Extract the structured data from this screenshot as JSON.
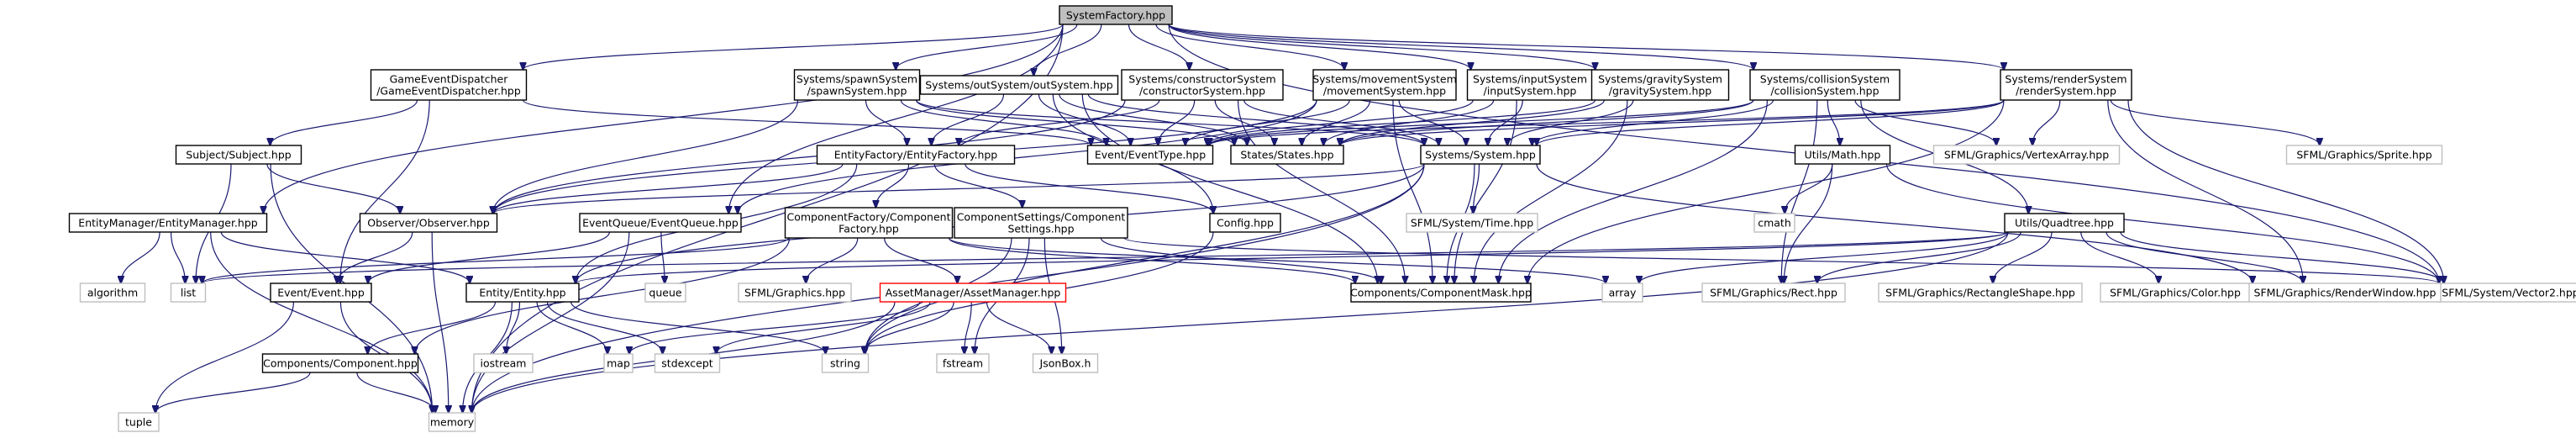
{
  "graph": {
    "title": "SystemFactory.hpp",
    "colors": {
      "edge": "#191970",
      "root_fill": "#bfbfbf",
      "root_stroke": "#000000",
      "local_stroke": "#000000",
      "system_stroke": "#bfbfbf",
      "missing_stroke": "#ff0000",
      "system_text": "#4d4d4d"
    },
    "nodes": [
      {
        "id": "root",
        "kind": "root",
        "lines": [
          "SystemFactory.hpp"
        ]
      },
      {
        "id": "memory",
        "kind": "system",
        "lines": [
          "memory"
        ]
      },
      {
        "id": "entitymanager",
        "kind": "local",
        "lines": [
          "EntityManager/EntityManager.hpp"
        ]
      },
      {
        "id": "gameeventdispatcher",
        "kind": "local",
        "lines": [
          "GameEventDispatcher",
          "/GameEventDispatcher.hpp"
        ]
      },
      {
        "id": "eventqueue",
        "kind": "local",
        "lines": [
          "EventQueue/EventQueue.hpp"
        ]
      },
      {
        "id": "spawnsystem",
        "kind": "local",
        "lines": [
          "Systems/spawnSystem",
          "/spawnSystem.hpp"
        ]
      },
      {
        "id": "outsystem",
        "kind": "local",
        "lines": [
          "Systems/outSystem/outSystem.hpp"
        ]
      },
      {
        "id": "constructorsystem",
        "kind": "local",
        "lines": [
          "Systems/constructorSystem",
          "/constructorSystem.hpp"
        ]
      },
      {
        "id": "movementsystem",
        "kind": "local",
        "lines": [
          "Systems/movementSystem",
          "/movementSystem.hpp"
        ]
      },
      {
        "id": "inputsystem",
        "kind": "local",
        "lines": [
          "Systems/inputSystem",
          "/inputSystem.hpp"
        ]
      },
      {
        "id": "gravitysystem",
        "kind": "local",
        "lines": [
          "Systems/gravitySystem",
          "/gravitySystem.hpp"
        ]
      },
      {
        "id": "collisionsystem",
        "kind": "local",
        "lines": [
          "Systems/collisionSystem",
          "/collisionSystem.hpp"
        ]
      },
      {
        "id": "rendersystem",
        "kind": "local",
        "lines": [
          "Systems/renderSystem",
          "/renderSystem.hpp"
        ]
      },
      {
        "id": "vector2",
        "kind": "system",
        "lines": [
          "SFML/System/Vector2.hpp"
        ]
      },
      {
        "id": "subject",
        "kind": "local",
        "lines": [
          "Subject/Subject.hpp"
        ]
      },
      {
        "id": "entityfactory",
        "kind": "local",
        "lines": [
          "EntityFactory/EntityFactory.hpp"
        ]
      },
      {
        "id": "eventtype",
        "kind": "local",
        "lines": [
          "Event/EventType.hpp"
        ]
      },
      {
        "id": "states",
        "kind": "local",
        "lines": [
          "States/States.hpp"
        ]
      },
      {
        "id": "system",
        "kind": "local",
        "lines": [
          "Systems/System.hpp"
        ]
      },
      {
        "id": "vertexarray",
        "kind": "system",
        "lines": [
          "SFML/Graphics/VertexArray.hpp"
        ]
      },
      {
        "id": "sprite",
        "kind": "system",
        "lines": [
          "SFML/Graphics/Sprite.hpp"
        ]
      },
      {
        "id": "utilsmath",
        "kind": "local",
        "lines": [
          "Utils/Math.hpp"
        ]
      },
      {
        "id": "observer",
        "kind": "local",
        "lines": [
          "Observer/Observer.hpp"
        ]
      },
      {
        "id": "componentfactory",
        "kind": "local",
        "lines": [
          "ComponentFactory/Component",
          "Factory.hpp"
        ]
      },
      {
        "id": "componentsettings",
        "kind": "local",
        "lines": [
          "ComponentSettings/Component",
          "Settings.hpp"
        ]
      },
      {
        "id": "config",
        "kind": "local",
        "lines": [
          "Config.hpp"
        ]
      },
      {
        "id": "sfmltime",
        "kind": "system",
        "lines": [
          "SFML/System/Time.hpp"
        ]
      },
      {
        "id": "cmath",
        "kind": "system",
        "lines": [
          "cmath"
        ]
      },
      {
        "id": "quadtree",
        "kind": "local",
        "lines": [
          "Utils/Quadtree.hpp"
        ]
      },
      {
        "id": "algorithm",
        "kind": "system",
        "lines": [
          "algorithm"
        ]
      },
      {
        "id": "list",
        "kind": "system",
        "lines": [
          "list"
        ]
      },
      {
        "id": "event",
        "kind": "local",
        "lines": [
          "Event/Event.hpp"
        ]
      },
      {
        "id": "entity",
        "kind": "local",
        "lines": [
          "Entity/Entity.hpp"
        ]
      },
      {
        "id": "queue",
        "kind": "system",
        "lines": [
          "queue"
        ]
      },
      {
        "id": "sfmlgraphics",
        "kind": "system",
        "lines": [
          "SFML/Graphics.hpp"
        ]
      },
      {
        "id": "assetmanager",
        "kind": "missing",
        "lines": [
          "AssetManager/AssetManager.hpp"
        ]
      },
      {
        "id": "componentmask",
        "kind": "local",
        "lines": [
          "Components/ComponentMask.hpp"
        ]
      },
      {
        "id": "array",
        "kind": "system",
        "lines": [
          "array"
        ]
      },
      {
        "id": "rect",
        "kind": "system",
        "lines": [
          "SFML/Graphics/Rect.hpp"
        ]
      },
      {
        "id": "rectangleshape",
        "kind": "system",
        "lines": [
          "SFML/Graphics/RectangleShape.hpp"
        ]
      },
      {
        "id": "color",
        "kind": "system",
        "lines": [
          "SFML/Graphics/Color.hpp"
        ]
      },
      {
        "id": "renderwindow",
        "kind": "system",
        "lines": [
          "SFML/Graphics/RenderWindow.hpp"
        ]
      },
      {
        "id": "components",
        "kind": "local",
        "lines": [
          "Components/Component.hpp"
        ]
      },
      {
        "id": "iostream",
        "kind": "system",
        "lines": [
          "iostream"
        ]
      },
      {
        "id": "map",
        "kind": "system",
        "lines": [
          "map"
        ]
      },
      {
        "id": "stdexcept",
        "kind": "system",
        "lines": [
          "stdexcept"
        ]
      },
      {
        "id": "string",
        "kind": "system",
        "lines": [
          "string"
        ]
      },
      {
        "id": "fstream",
        "kind": "system",
        "lines": [
          "fstream"
        ]
      },
      {
        "id": "jsonbox",
        "kind": "system",
        "lines": [
          "JsonBox.h"
        ]
      },
      {
        "id": "tuple",
        "kind": "system",
        "lines": [
          "tuple"
        ]
      }
    ],
    "edges": [
      [
        "root",
        "memory"
      ],
      [
        "root",
        "entitymanager"
      ],
      [
        "root",
        "gameeventdispatcher"
      ],
      [
        "root",
        "eventqueue"
      ],
      [
        "root",
        "spawnsystem"
      ],
      [
        "root",
        "outsystem"
      ],
      [
        "root",
        "constructorsystem"
      ],
      [
        "root",
        "movementsystem"
      ],
      [
        "root",
        "inputsystem"
      ],
      [
        "root",
        "gravitysystem"
      ],
      [
        "root",
        "collisionsystem"
      ],
      [
        "root",
        "rendersystem"
      ],
      [
        "root",
        "vector2"
      ],
      [
        "entitymanager",
        "algorithm"
      ],
      [
        "entitymanager",
        "list"
      ],
      [
        "entitymanager",
        "memory"
      ],
      [
        "entitymanager",
        "entity"
      ],
      [
        "gameeventdispatcher",
        "subject"
      ],
      [
        "gameeventdispatcher",
        "event"
      ],
      [
        "gameeventdispatcher",
        "eventtype"
      ],
      [
        "subject",
        "observer"
      ],
      [
        "subject",
        "list"
      ],
      [
        "subject",
        "memory"
      ],
      [
        "observer",
        "event"
      ],
      [
        "observer",
        "memory"
      ],
      [
        "event",
        "memory"
      ],
      [
        "event",
        "tuple"
      ],
      [
        "eventqueue",
        "queue"
      ],
      [
        "eventqueue",
        "event"
      ],
      [
        "eventqueue",
        "memory"
      ],
      [
        "spawnsystem",
        "entityfactory"
      ],
      [
        "spawnsystem",
        "observer"
      ],
      [
        "spawnsystem",
        "eventtype"
      ],
      [
        "spawnsystem",
        "states"
      ],
      [
        "spawnsystem",
        "system"
      ],
      [
        "outsystem",
        "entityfactory"
      ],
      [
        "outsystem",
        "eventtype"
      ],
      [
        "outsystem",
        "states"
      ],
      [
        "outsystem",
        "system"
      ],
      [
        "outsystem",
        "componentmask"
      ],
      [
        "outsystem",
        "config"
      ],
      [
        "constructorsystem",
        "entityfactory"
      ],
      [
        "constructorsystem",
        "eventtype"
      ],
      [
        "constructorsystem",
        "states"
      ],
      [
        "constructorsystem",
        "system"
      ],
      [
        "constructorsystem",
        "observer"
      ],
      [
        "constructorsystem",
        "componentmask"
      ],
      [
        "movementsystem",
        "system"
      ],
      [
        "movementsystem",
        "eventtype"
      ],
      [
        "movementsystem",
        "states"
      ],
      [
        "movementsystem",
        "observer"
      ],
      [
        "movementsystem",
        "componentmask"
      ],
      [
        "movementsystem",
        "eventqueue"
      ],
      [
        "inputsystem",
        "system"
      ],
      [
        "inputsystem",
        "eventtype"
      ],
      [
        "inputsystem",
        "states"
      ],
      [
        "inputsystem",
        "componentmask"
      ],
      [
        "gravitysystem",
        "system"
      ],
      [
        "gravitysystem",
        "eventtype"
      ],
      [
        "gravitysystem",
        "states"
      ],
      [
        "gravitysystem",
        "componentmask"
      ],
      [
        "collisionsystem",
        "system"
      ],
      [
        "collisionsystem",
        "eventtype"
      ],
      [
        "collisionsystem",
        "states"
      ],
      [
        "collisionsystem",
        "utilsmath"
      ],
      [
        "collisionsystem",
        "quadtree"
      ],
      [
        "collisionsystem",
        "componentmask"
      ],
      [
        "collisionsystem",
        "vertexarray"
      ],
      [
        "collisionsystem",
        "rect"
      ],
      [
        "rendersystem",
        "system"
      ],
      [
        "rendersystem",
        "eventtype"
      ],
      [
        "rendersystem",
        "states"
      ],
      [
        "rendersystem",
        "vertexarray"
      ],
      [
        "rendersystem",
        "sprite"
      ],
      [
        "rendersystem",
        "renderwindow"
      ],
      [
        "rendersystem",
        "vector2"
      ],
      [
        "rendersystem",
        "componentmask"
      ],
      [
        "entityfactory",
        "componentfactory"
      ],
      [
        "entityfactory",
        "componentsettings"
      ],
      [
        "entityfactory",
        "entity"
      ],
      [
        "entityfactory",
        "config"
      ],
      [
        "entityfactory",
        "observer"
      ],
      [
        "system",
        "observer"
      ],
      [
        "system",
        "sfmltime"
      ],
      [
        "system",
        "string"
      ],
      [
        "system",
        "memory"
      ],
      [
        "system",
        "componentmask"
      ],
      [
        "system",
        "entity"
      ],
      [
        "system",
        "renderwindow"
      ],
      [
        "utilsmath",
        "cmath"
      ],
      [
        "utilsmath",
        "vector2"
      ],
      [
        "utilsmath",
        "rect"
      ],
      [
        "quadtree",
        "list"
      ],
      [
        "quadtree",
        "memory"
      ],
      [
        "quadtree",
        "array"
      ],
      [
        "quadtree",
        "rect"
      ],
      [
        "quadtree",
        "rectangleshape"
      ],
      [
        "quadtree",
        "color"
      ],
      [
        "quadtree",
        "renderwindow"
      ],
      [
        "quadtree",
        "vector2"
      ],
      [
        "quadtree",
        "entity"
      ],
      [
        "componentfactory",
        "components"
      ],
      [
        "componentfactory",
        "sfmlgraphics"
      ],
      [
        "componentfactory",
        "assetmanager"
      ],
      [
        "componentfactory",
        "componentmask"
      ],
      [
        "componentfactory",
        "list"
      ],
      [
        "componentfactory",
        "array"
      ],
      [
        "componentsettings",
        "string"
      ],
      [
        "componentsettings",
        "jsonbox"
      ],
      [
        "componentsettings",
        "fstream"
      ],
      [
        "componentsettings",
        "componentmask"
      ],
      [
        "componentsettings",
        "vector2"
      ],
      [
        "config",
        "string"
      ],
      [
        "entity",
        "components"
      ],
      [
        "entity",
        "iostream"
      ],
      [
        "entity",
        "map"
      ],
      [
        "entity",
        "stdexcept"
      ],
      [
        "entity",
        "string"
      ],
      [
        "entity",
        "memory"
      ],
      [
        "assetmanager",
        "memory"
      ],
      [
        "assetmanager",
        "stdexcept"
      ],
      [
        "assetmanager",
        "string"
      ],
      [
        "assetmanager",
        "fstream"
      ],
      [
        "assetmanager",
        "jsonbox"
      ],
      [
        "assetmanager",
        "map"
      ],
      [
        "components",
        "memory"
      ],
      [
        "components",
        "tuple"
      ]
    ]
  }
}
